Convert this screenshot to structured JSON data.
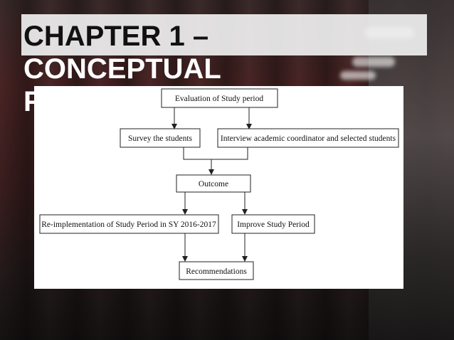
{
  "slide": {
    "title_line1": "CHAPTER 1 –",
    "title_line2": "CONCEPTUAL",
    "title_line3": "F"
  },
  "diagram": {
    "nodes": {
      "evaluation": "Evaluation of Study period",
      "survey": "Survey the students",
      "interview": "Interview academic coordinator and selected students",
      "outcome": "Outcome",
      "reimplementation": "Re-implementation of Study Period in SY 2016-2017",
      "improve": "Improve Study Period",
      "recommendations": "Recommendations"
    }
  }
}
